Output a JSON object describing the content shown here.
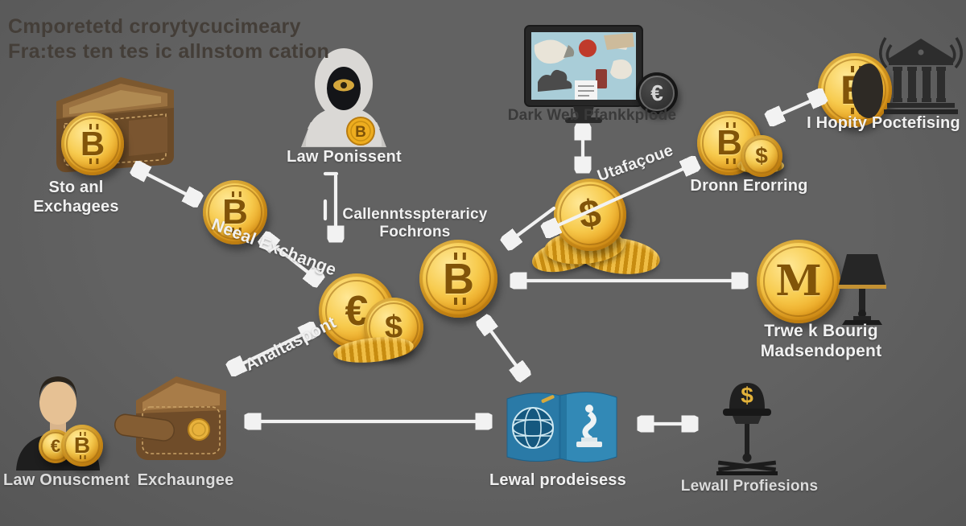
{
  "canvas": {
    "background": "#5e5e5e",
    "arrow_color": "#f2f2f2",
    "gold": "#f0b429",
    "title_color": "#443e38"
  },
  "title": {
    "line1": "Cmporetetd crorytycucimeary",
    "line2": "Fra:tes ten tes ic allnstom cation"
  },
  "glyphs": {
    "btc": "B",
    "usd": "$",
    "eur": "€",
    "m": "M"
  },
  "nodes": {
    "sto": {
      "line1": "Sto anl",
      "line2": "Exchagees"
    },
    "neal": {
      "label": "Neeal Exchange"
    },
    "law_ponissent": {
      "label": "Law Ponissent"
    },
    "callen": {
      "line1": "Callenntsspteraricy",
      "line2": "Fochrons"
    },
    "dark_web": {
      "label": "Dark Web Pfankkplode"
    },
    "utafaque": {
      "label": "Utafaçoue"
    },
    "dronn": {
      "label": "Dronn Erorring"
    },
    "hopity": {
      "label": "I Hopity Poctefising"
    },
    "trwe": {
      "line1": "Trwe k Bourig",
      "line2": "Madsendopent"
    },
    "analtaspont": {
      "label": "Analtaspont"
    },
    "law_onuscment": {
      "label": "Law Onuscment"
    },
    "exchaungee": {
      "label": "Exchaungee"
    },
    "lewal_prodeisess": {
      "label": "Lewal prodeisess"
    },
    "lewall_profiesions": {
      "label": "Lewall Profiesions"
    }
  }
}
